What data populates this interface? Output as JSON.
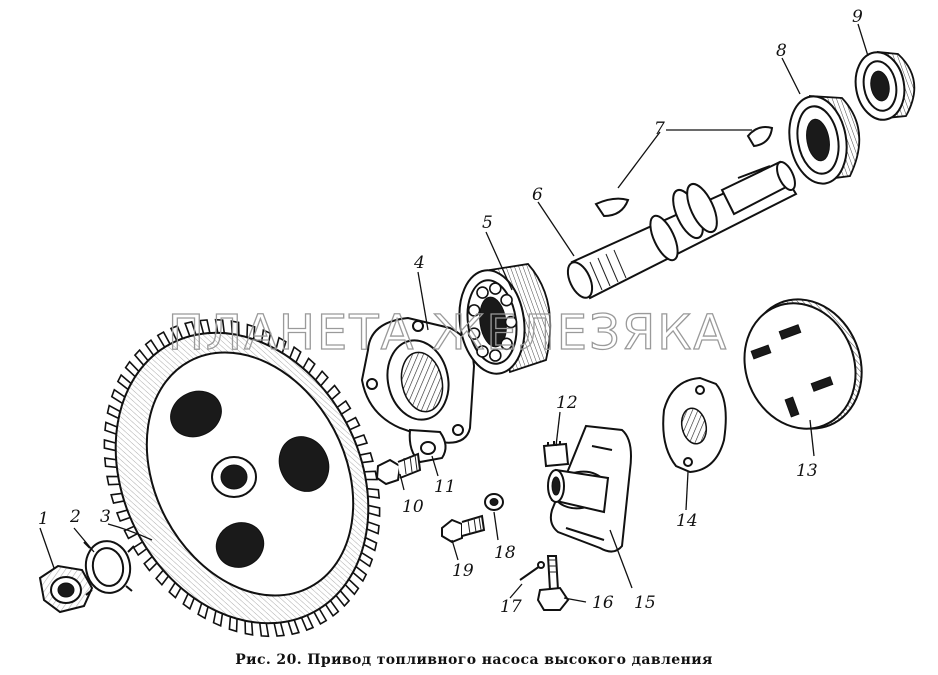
{
  "figure": {
    "caption": "Рис. 20. Привод топливного насоса высокого давления",
    "watermark": "ПЛАНЕТА ЖЕЛЕЗЯКА",
    "part_labels": [
      "1",
      "2",
      "3",
      "4",
      "5",
      "6",
      "7",
      "8",
      "9",
      "10",
      "11",
      "12",
      "13",
      "14",
      "15",
      "16",
      "17",
      "18",
      "19"
    ]
  }
}
